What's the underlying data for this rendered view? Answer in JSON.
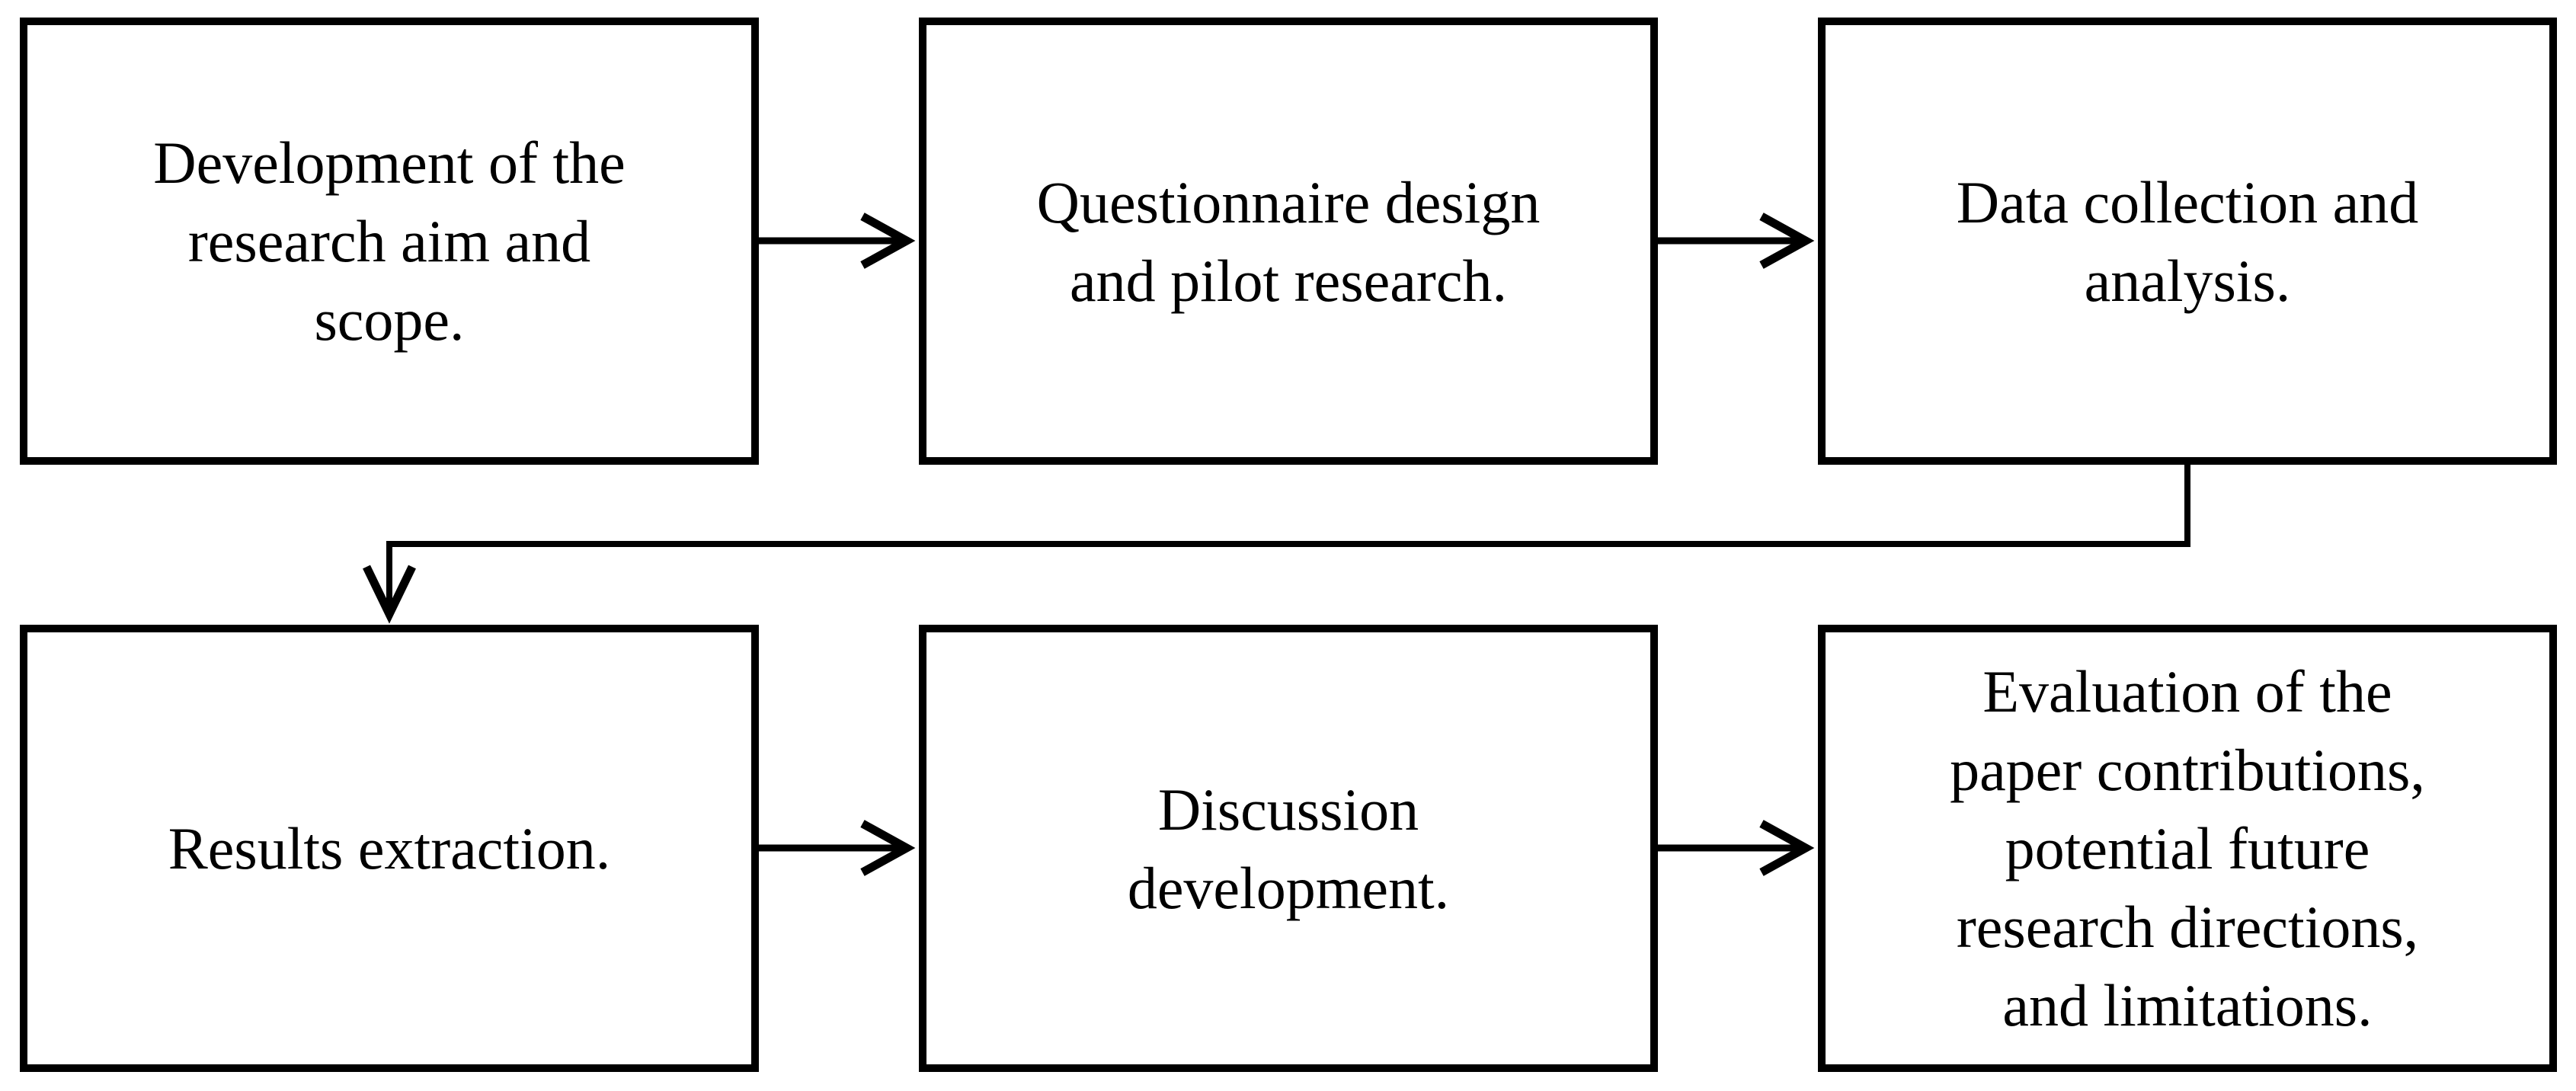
{
  "diagram": {
    "type": "flowchart",
    "background_color": "#ffffff",
    "line_color": "#000000",
    "boxes": [
      {
        "id": "development-aim",
        "text": "Development of the research aim and scope.",
        "lines": [
          "Development of the",
          "research aim and",
          "scope."
        ]
      },
      {
        "id": "questionnaire-design",
        "text": "Questionnaire design and pilot research.",
        "lines": [
          "Questionnaire design",
          "and pilot research."
        ]
      },
      {
        "id": "data-collection",
        "text": "Data collection and analysis.",
        "lines": [
          "Data collection and",
          "analysis."
        ]
      },
      {
        "id": "results-extraction",
        "text": "Results extraction.",
        "lines": [
          "Results extraction."
        ]
      },
      {
        "id": "discussion-development",
        "text": "Discussion development.",
        "lines": [
          "Discussion",
          "development."
        ]
      },
      {
        "id": "evaluation",
        "text": "Evaluation of the paper contributions, potential future research directions, and limitations.",
        "lines": [
          "Evaluation of the",
          "paper contributions,",
          "potential future",
          "research directions,",
          "and limitations."
        ]
      }
    ],
    "connections": [
      {
        "from": "development-aim",
        "to": "questionnaire-design",
        "style": "straight-right-arrow"
      },
      {
        "from": "questionnaire-design",
        "to": "data-collection",
        "style": "straight-right-arrow"
      },
      {
        "from": "data-collection",
        "to": "results-extraction",
        "style": "elbow-down-left-down-arrow"
      },
      {
        "from": "results-extraction",
        "to": "discussion-development",
        "style": "straight-right-arrow"
      },
      {
        "from": "discussion-development",
        "to": "evaluation",
        "style": "straight-right-arrow"
      }
    ]
  }
}
